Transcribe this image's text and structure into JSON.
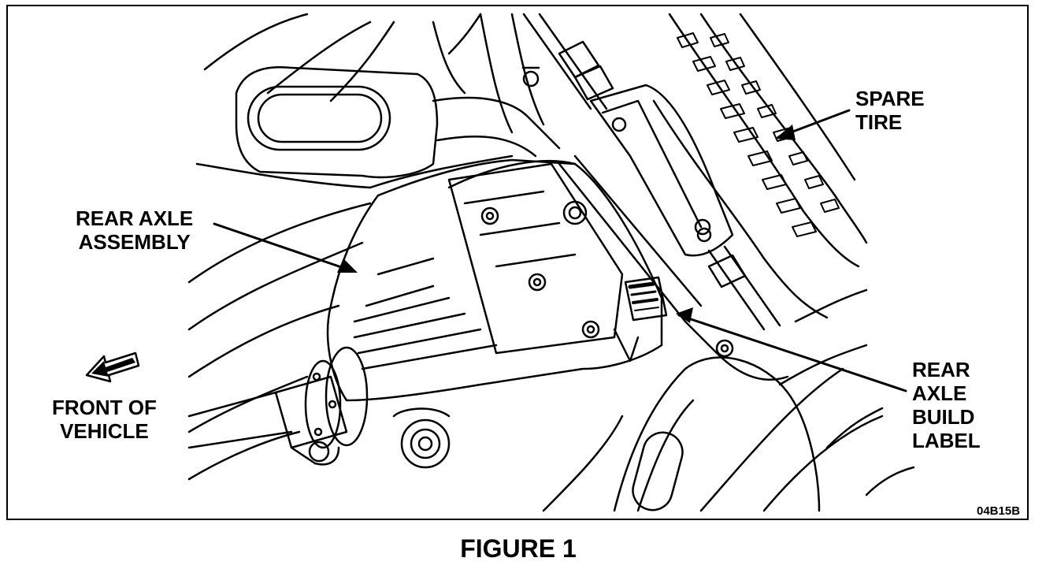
{
  "callouts": {
    "spare_tire": [
      "SPARE",
      "TIRE"
    ],
    "rear_axle_assembly": [
      "REAR AXLE",
      "ASSEMBLY"
    ],
    "front_of_vehicle": [
      "FRONT OF",
      "VEHICLE"
    ],
    "rear_axle_build_label": [
      "REAR",
      "AXLE",
      "BUILD",
      "LABEL"
    ]
  },
  "figure_code": "04B15B",
  "caption": "FIGURE 1"
}
